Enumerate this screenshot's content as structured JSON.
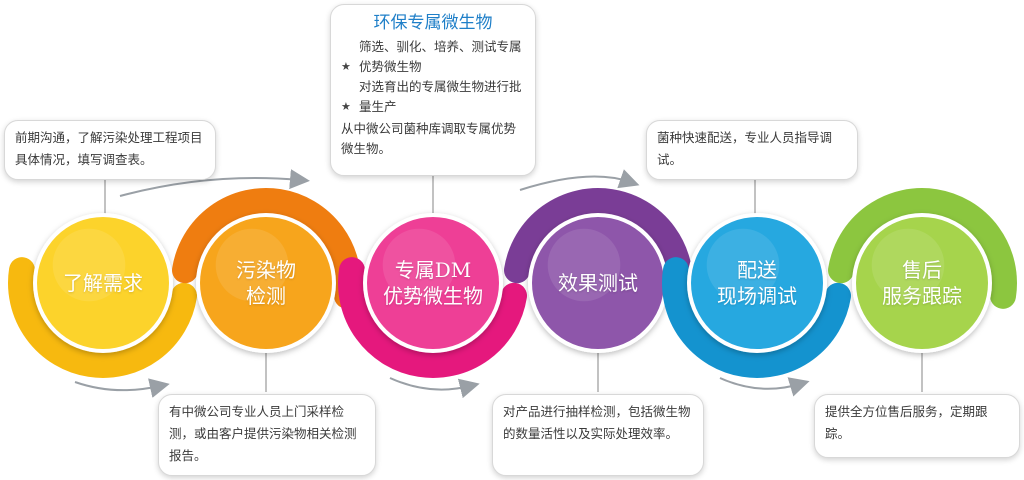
{
  "steps": [
    {
      "line1": "了解需求",
      "line2": "",
      "color": "#f7b90f",
      "inner": "#fcd32b"
    },
    {
      "line1": "污染物",
      "line2": "检测",
      "color": "#ef7d10",
      "inner": "#f7a51c"
    },
    {
      "line1": "专属DM",
      "line2": "优势微生物",
      "color": "#e5187d",
      "inner": "#ee3f96"
    },
    {
      "line1": "效果测试",
      "line2": "",
      "color": "#7a3d96",
      "inner": "#8e56aa"
    },
    {
      "line1": "配送",
      "line2": "现场调试",
      "color": "#1493cf",
      "inner": "#26a8e0"
    },
    {
      "line1": "售后",
      "line2": "服务跟踪",
      "color": "#8cc63f",
      "inner": "#a6d44c"
    }
  ],
  "callouts": {
    "step1": "前期沟通，了解污染处理工程项目具体情况，填写调查表。",
    "step2": "有中微公司专业人员上门采样检测，或由客户提供污染物相关检测报告。",
    "step3": {
      "title": "环保专属微生物",
      "item1": "筛选、驯化、培养、测试专属优势微生物",
      "item2": "对选育出的专属微生物进行批量生产",
      "foot": "从中微公司菌种库调取专属优势微生物。"
    },
    "step4": "对产品进行抽样检测，包括微生物的数量活性以及实际处理效率。",
    "step5": "菌种快速配送，专业人员指导调试。",
    "step6": "提供全方位售后服务，定期跟踪。"
  }
}
